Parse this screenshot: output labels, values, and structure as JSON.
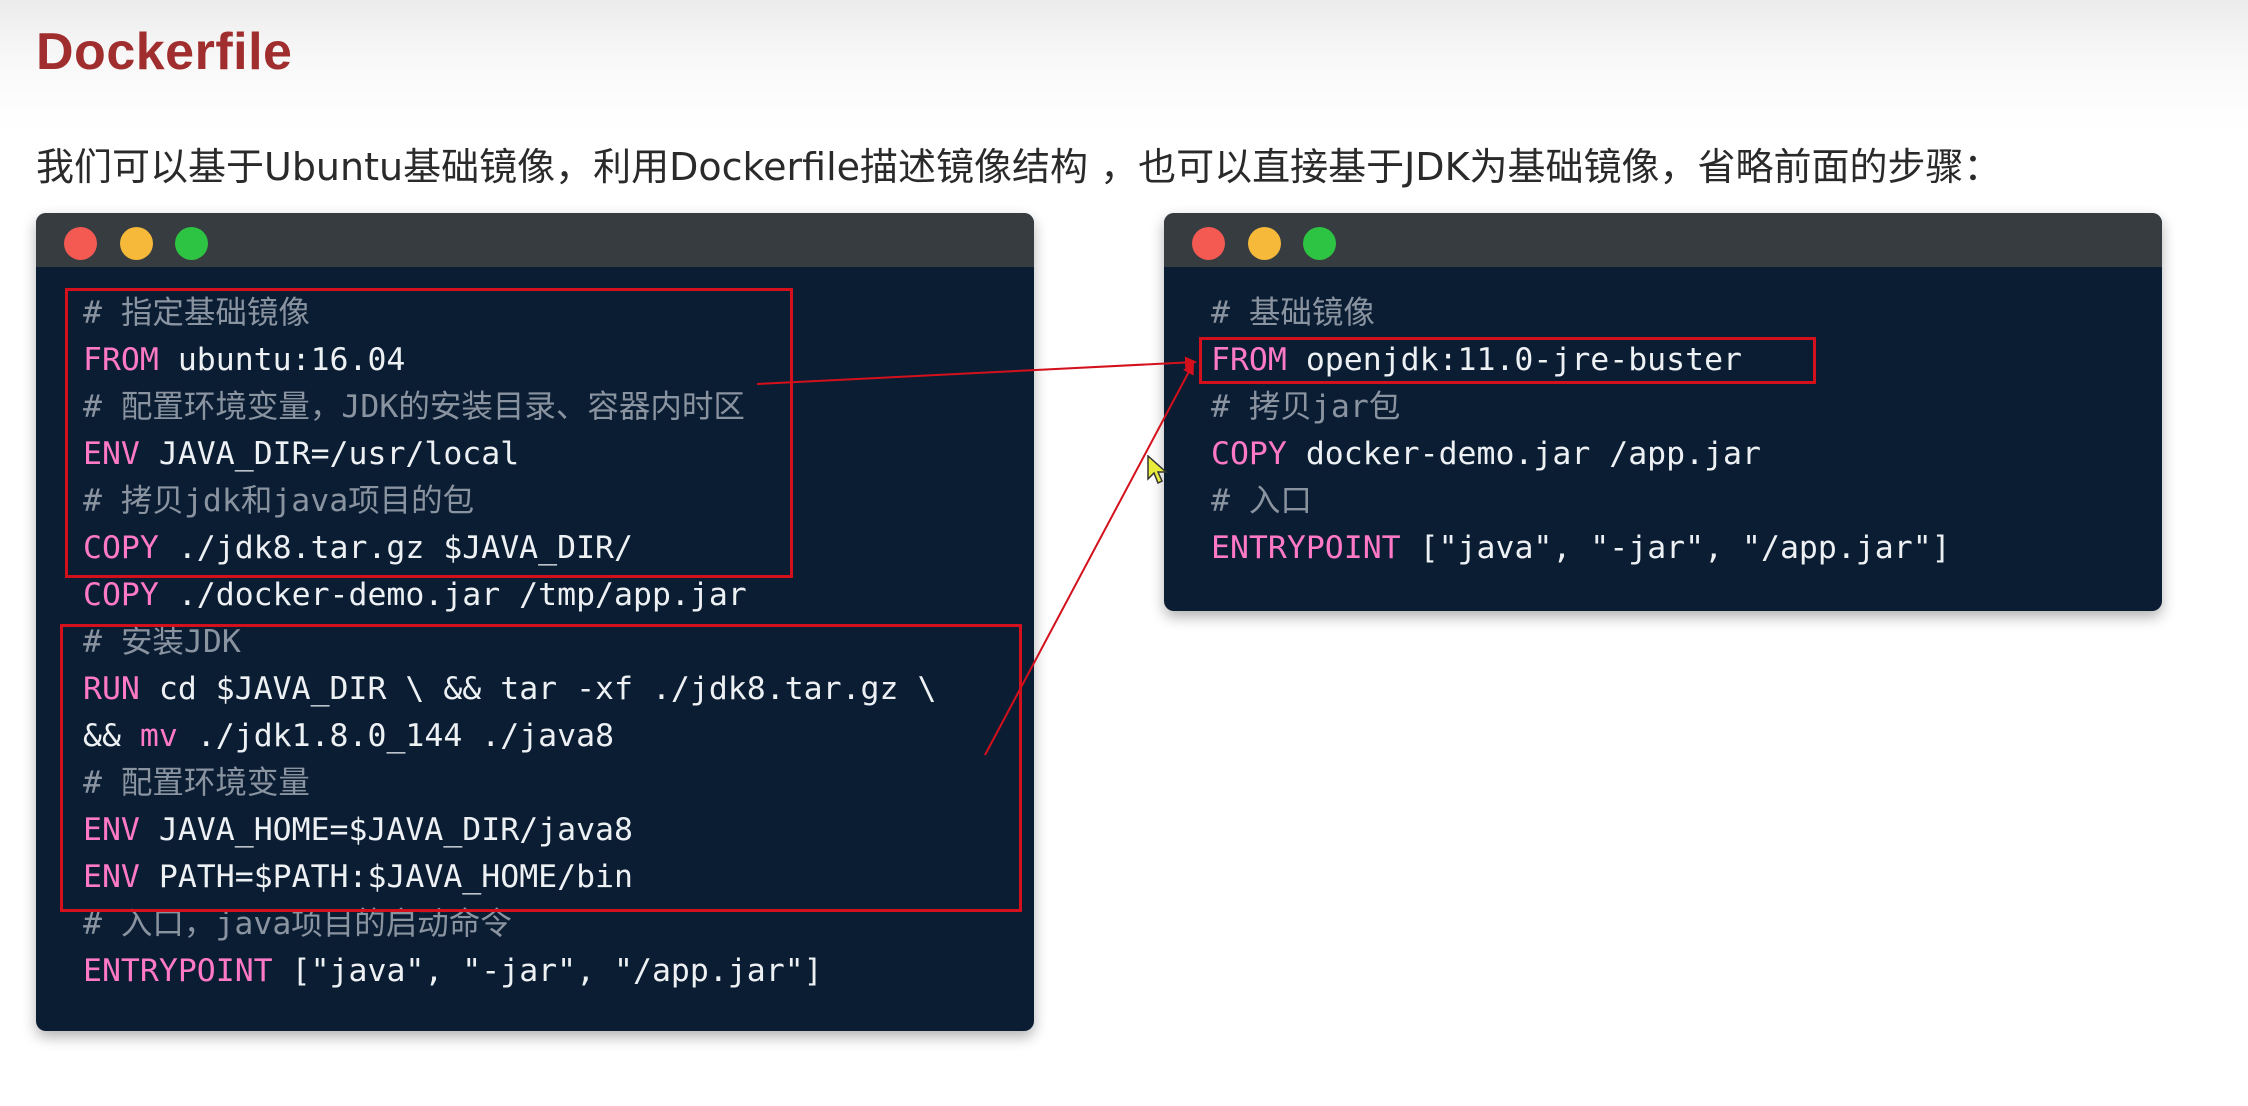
{
  "title": "Dockerfile",
  "subtitle": "我们可以基于Ubuntu基础镜像，利用Dockerfile描述镜像结构 ，也可以直接基于JDK为基础镜像，省略前面的步骤：",
  "colors": {
    "title": "#a12e2e",
    "code_background": "#0b1d33",
    "keyword": "#ff79c6",
    "comment": "#8a93a0",
    "highlight_box": "#d4101c"
  },
  "left_window": {
    "lines": [
      {
        "keyword": "",
        "comment": "# 指定基础镜像",
        "text": ""
      },
      {
        "keyword": "FROM",
        "comment": "",
        "text": " ubuntu:16.04"
      },
      {
        "keyword": "",
        "comment": "# 配置环境变量，JDK的安装目录、容器内时区",
        "text": ""
      },
      {
        "keyword": "ENV",
        "comment": "",
        "text": " JAVA_DIR=/usr/local"
      },
      {
        "keyword": "",
        "comment": "# 拷贝jdk和java项目的包",
        "text": ""
      },
      {
        "keyword": "COPY",
        "comment": "",
        "text": " ./jdk8.tar.gz $JAVA_DIR/"
      },
      {
        "keyword": "COPY",
        "comment": "",
        "text": " ./docker-demo.jar /tmp/app.jar"
      },
      {
        "keyword": "",
        "comment": "# 安装JDK",
        "text": ""
      },
      {
        "keyword": "RUN",
        "comment": "",
        "text": " cd $JAVA_DIR \\ && tar -xf ./jdk8.tar.gz \\"
      },
      {
        "keyword": "",
        "comment": "",
        "text": "&& ",
        "keyword2": "mv",
        "text2": " ./jdk1.8.0_144 ./java8"
      },
      {
        "keyword": "",
        "comment": "# 配置环境变量",
        "text": ""
      },
      {
        "keyword": "ENV",
        "comment": "",
        "text": " JAVA_HOME=$JAVA_DIR/java8"
      },
      {
        "keyword": "ENV",
        "comment": "",
        "text": " PATH=$PATH:$JAVA_HOME/bin"
      },
      {
        "keyword": "",
        "comment": "# 入口，java项目的启动命令",
        "text": ""
      },
      {
        "keyword": "ENTRYPOINT",
        "comment": "",
        "text": " [\"java\", \"-jar\", \"/app.jar\"]"
      }
    ]
  },
  "right_window": {
    "lines": [
      {
        "keyword": "",
        "comment": "# 基础镜像",
        "text": ""
      },
      {
        "keyword": "FROM",
        "comment": "",
        "text": " openjdk:11.0-jre-buster"
      },
      {
        "keyword": "",
        "comment": "# 拷贝jar包",
        "text": ""
      },
      {
        "keyword": "COPY",
        "comment": "",
        "text": " docker-demo.jar /app.jar"
      },
      {
        "keyword": "",
        "comment": "# 入口",
        "text": ""
      },
      {
        "keyword": "ENTRYPOINT",
        "comment": "",
        "text": " [\"java\", \"-jar\", \"/app.jar\"]"
      }
    ]
  }
}
